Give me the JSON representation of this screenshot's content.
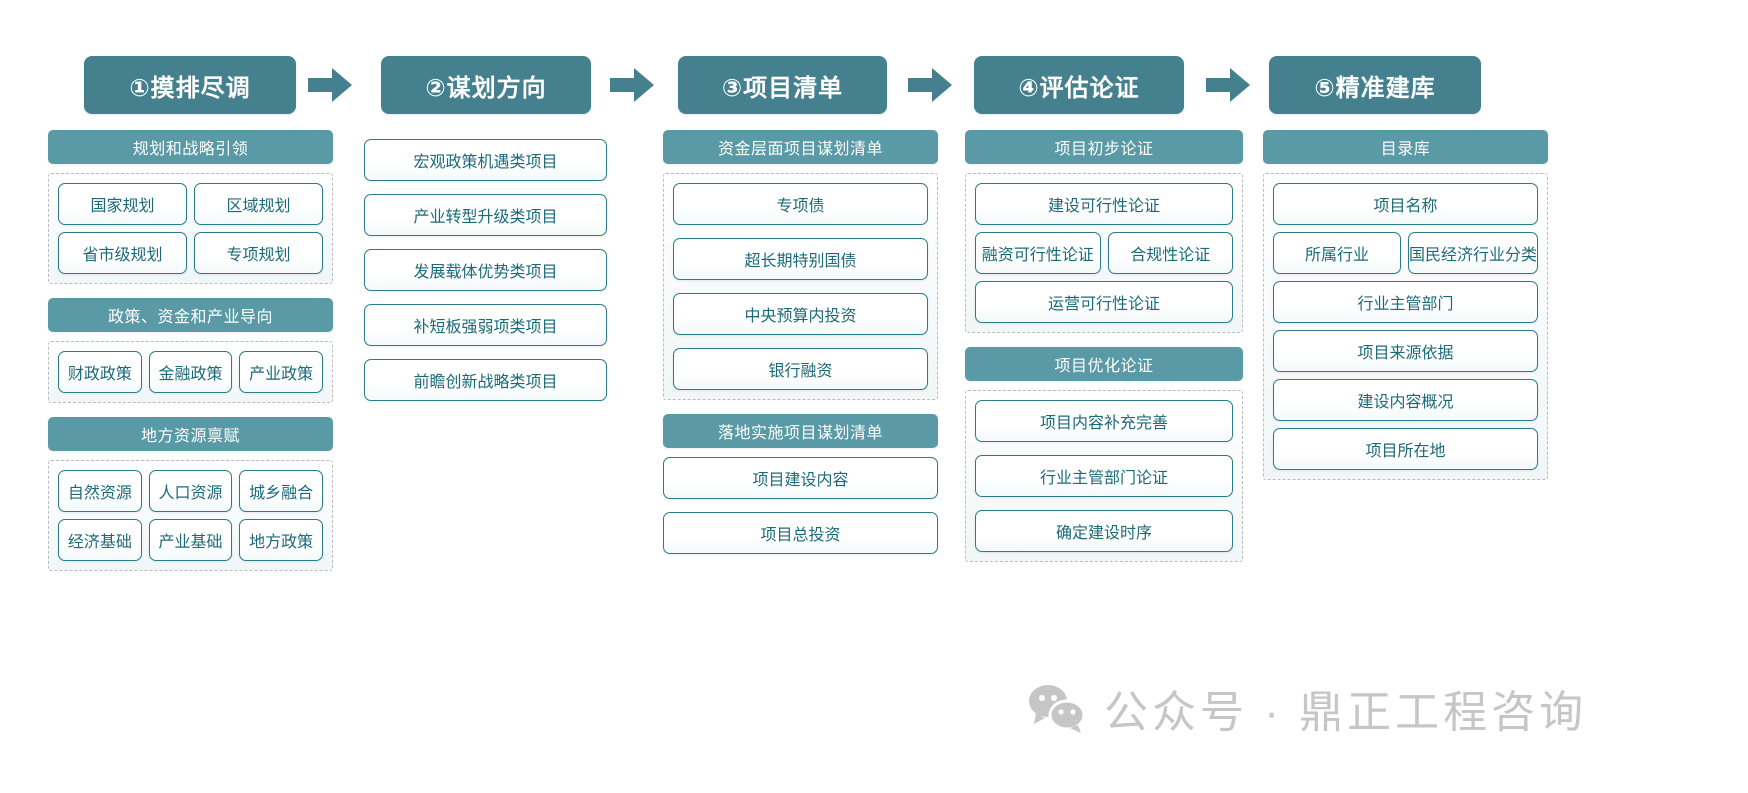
{
  "meta": {
    "accent_dark": "#44808d",
    "accent_mid": "#5a9aa6",
    "chip_border": "#2b7b88",
    "chip_text": "#1c6a78",
    "dashed_border": "#b9bcbe",
    "watermark_color": "#c6c6c6"
  },
  "arrows": {
    "icon_name": "arrow-right-icon",
    "count": 4
  },
  "stages": [
    {
      "id": "stage-1",
      "header": "①摸排尽调"
    },
    {
      "id": "stage-2",
      "header": "②谋划方向"
    },
    {
      "id": "stage-3",
      "header": "③项目清单"
    },
    {
      "id": "stage-4",
      "header": "④评估论证"
    },
    {
      "id": "stage-5",
      "header": "⑤精准建库"
    }
  ],
  "columns": [
    {
      "id": "column-1",
      "groups": [
        {
          "id": "group-planning-strategy",
          "title": "规划和战略引领",
          "framed": true,
          "rows": [
            [
              "国家规划",
              "区域规划"
            ],
            [
              "省市级规划",
              "专项规划"
            ]
          ]
        },
        {
          "id": "group-policy-capital-industry",
          "title": "政策、资金和产业导向",
          "framed": true,
          "rows": [
            [
              "财政政策",
              "金融政策",
              "产业政策"
            ]
          ]
        },
        {
          "id": "group-local-resources",
          "title": "地方资源禀赋",
          "framed": true,
          "rows": [
            [
              "自然资源",
              "人口资源",
              "城乡融合"
            ],
            [
              "经济基础",
              "产业基础",
              "地方政策"
            ]
          ]
        }
      ]
    },
    {
      "id": "column-2",
      "groups": [
        {
          "id": "group-planning-directions",
          "title": "",
          "framed": false,
          "rows": [
            [
              "宏观政策机遇类项目"
            ],
            [
              "产业转型升级类项目"
            ],
            [
              "发展载体优势类项目"
            ],
            [
              "补短板强弱项类项目"
            ],
            [
              "前瞻创新战略类项目"
            ]
          ]
        }
      ]
    },
    {
      "id": "column-3",
      "groups": [
        {
          "id": "group-funding-level-list",
          "title": "资金层面项目谋划清单",
          "framed": true,
          "rows": [
            [
              "专项债"
            ],
            [
              "超长期特别国债"
            ],
            [
              "中央预算内投资"
            ],
            [
              "银行融资"
            ]
          ]
        },
        {
          "id": "group-implementation-list",
          "title": "落地实施项目谋划清单",
          "framed": false,
          "rows": [
            [
              "项目建设内容"
            ],
            [
              "项目总投资"
            ]
          ]
        }
      ]
    },
    {
      "id": "column-4",
      "groups": [
        {
          "id": "group-preliminary-review",
          "title": "项目初步论证",
          "framed": true,
          "rows": [
            [
              "建设可行性论证"
            ],
            [
              "融资可行性论证",
              "合规性论证"
            ],
            [
              "运营可行性论证"
            ]
          ]
        },
        {
          "id": "group-optimization-review",
          "title": "项目优化论证",
          "framed": true,
          "rows": [
            [
              "项目内容补充完善"
            ],
            [
              "行业主管部门论证"
            ],
            [
              "确定建设时序"
            ]
          ]
        }
      ]
    },
    {
      "id": "column-5",
      "groups": [
        {
          "id": "group-catalog-library",
          "title": "目录库",
          "framed": true,
          "rows": [
            [
              "项目名称"
            ],
            [
              "所属行业",
              "国民经济行业分类"
            ],
            [
              "行业主管部门"
            ],
            [
              "项目来源依据"
            ],
            [
              "建设内容概况"
            ],
            [
              "项目所在地"
            ]
          ]
        }
      ]
    }
  ],
  "watermark": {
    "icon_name": "wechat-icon",
    "text": "公众号 · 鼎正工程咨询"
  }
}
